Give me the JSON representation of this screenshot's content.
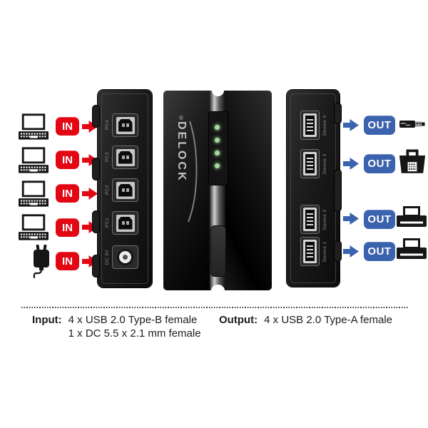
{
  "colors": {
    "in_badge": "#e30613",
    "out_badge": "#3b63ad",
    "led": "#a5d8a0"
  },
  "sources": {
    "badge_label": "IN",
    "items": [
      {
        "icon": "laptop-icon"
      },
      {
        "icon": "laptop-icon"
      },
      {
        "icon": "laptop-icon"
      },
      {
        "icon": "laptop-icon"
      },
      {
        "icon": "power-adapter-icon"
      }
    ]
  },
  "device": {
    "brand": "DELOCK",
    "brand_reg": "®",
    "led_count": 4,
    "rear_ports": [
      {
        "label": "PC4"
      },
      {
        "label": "PC3"
      },
      {
        "label": "PC2"
      },
      {
        "label": "PC1"
      }
    ],
    "dc_port_label": "DC 5V",
    "front_ports": [
      {
        "label": "Device 4"
      },
      {
        "label": "Device 3"
      },
      {
        "label": "Device 2"
      },
      {
        "label": "Device 1"
      }
    ]
  },
  "outputs": {
    "badge_label": "OUT",
    "devices": [
      "usb-flash-drive-icon",
      "scanner-icon",
      "printer-icon",
      "printer-icon"
    ]
  },
  "footer": {
    "input_label": "Input:",
    "input_lines": [
      "4 x USB 2.0 Type-B female",
      "1 x DC 5.5 x 2.1 mm female"
    ],
    "output_label": "Output:",
    "output_lines": [
      "4 x USB 2.0 Type-A female"
    ]
  }
}
